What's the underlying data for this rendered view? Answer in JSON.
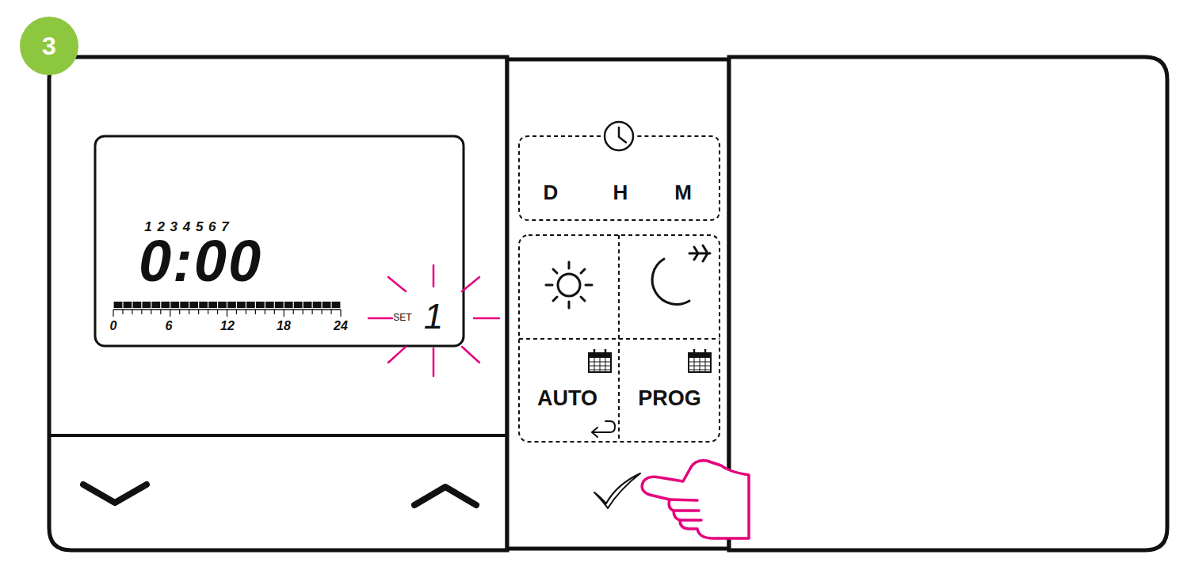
{
  "diagram": {
    "nodes": [
      {
        "text": [
          "1 2 3 4 5 6 7",
          "0:00",
          "0",
          "6",
          "12",
          "18",
          "24",
          "SET",
          "1"
        ]
      },
      {
        "text": [
          "D",
          "H",
          "M"
        ]
      },
      {
        "text": [
          "AUTO"
        ]
      },
      {
        "text": [
          "PROG"
        ]
      }
    ],
    "labels": [
      "3"
    ]
  }
}
